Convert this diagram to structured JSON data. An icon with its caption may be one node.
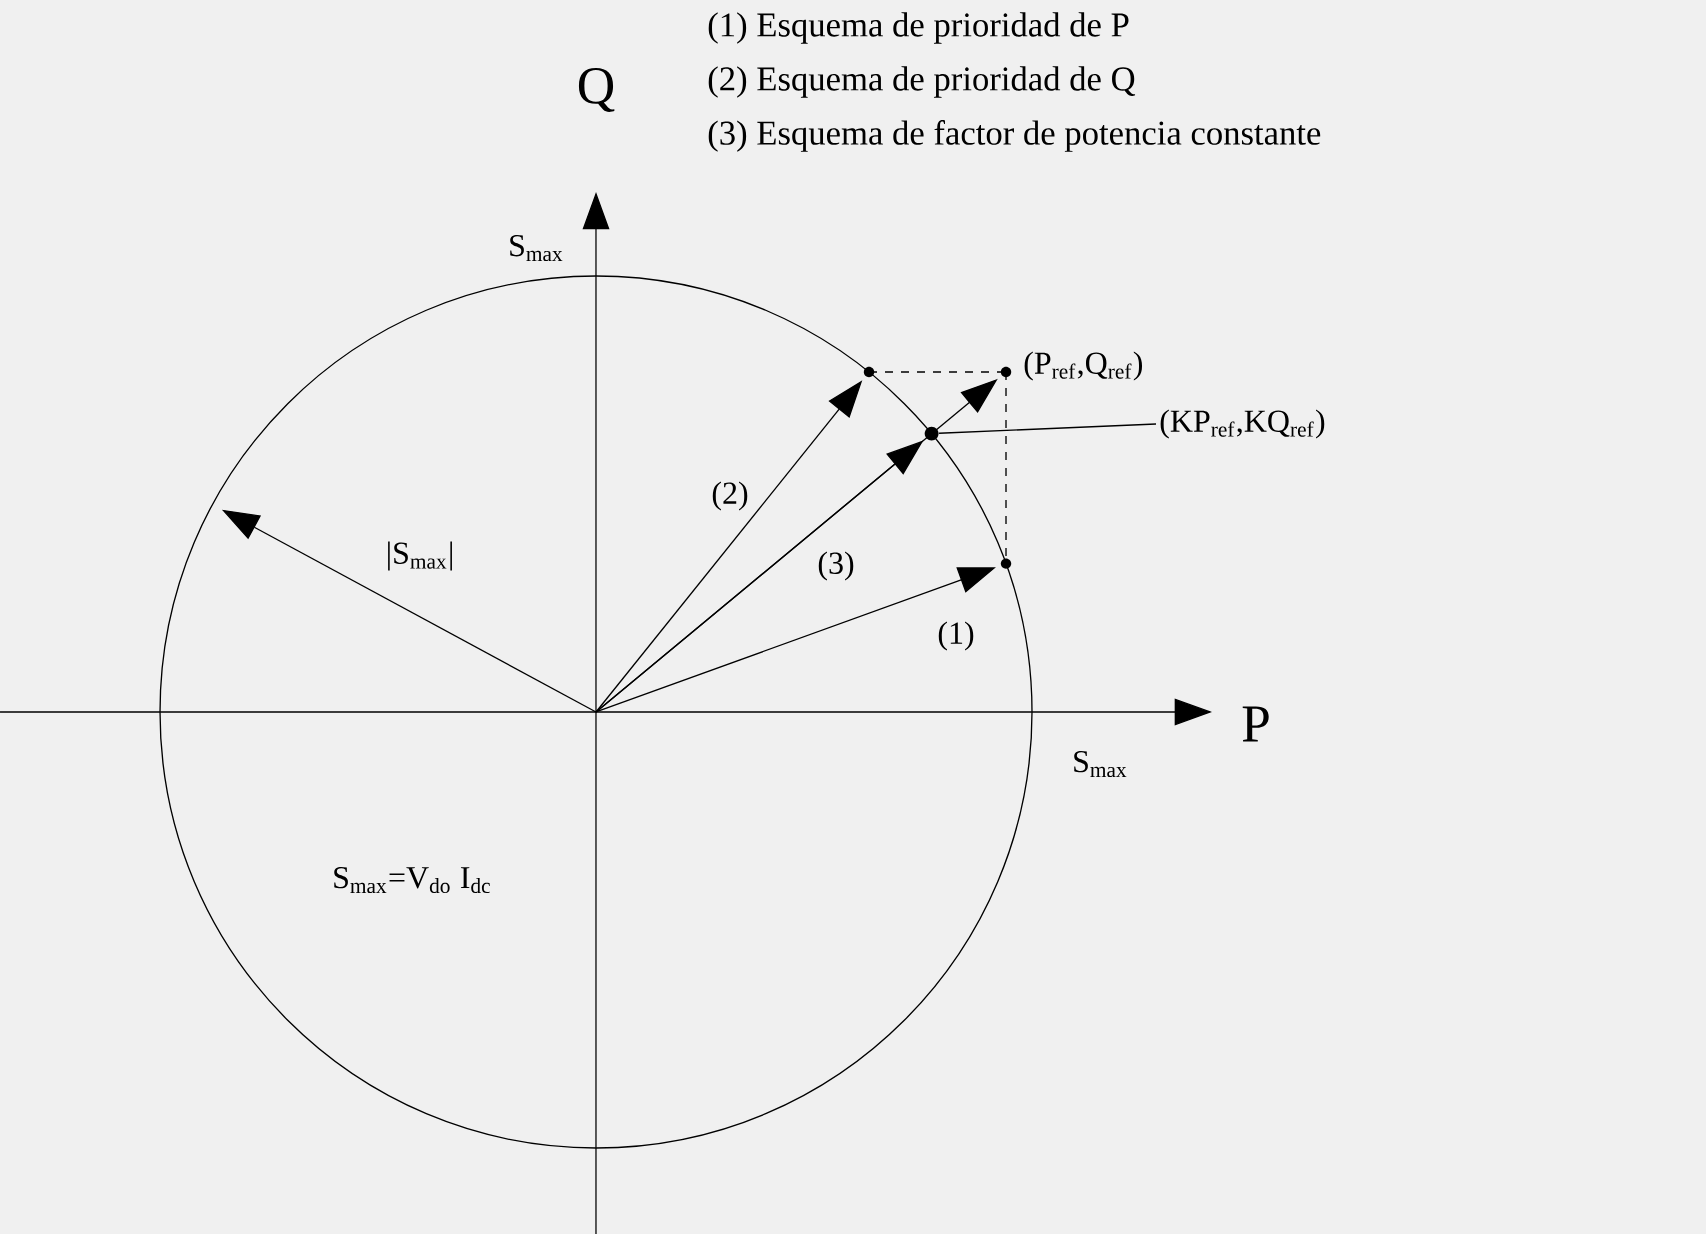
{
  "diagram": {
    "nodes": [
      {
        "text": [
          "(KP$_{ref}$,KQ$_{ref}$)"
        ]
      },
      {
        "text": [],
        "shape": "circle"
      }
    ],
    "edges": [
      {
        "from": 0,
        "to": 1,
        "arrow": "none"
      }
    ],
    "labels": [
      "(1) Esquema de prioridad de P",
      "Q",
      "(2) Esquema de prioridad de Q",
      "(3) Esquema de factor de potencia constante",
      "S$_{max}$",
      "(P$_{ref}$,Q$_{ref}$)",
      "(2)",
      "|S$_{max}$|",
      "(3)",
      "(1)",
      "P",
      "S$_{max}$",
      "S$_{max}$=V$_{do}$ I$_{dc}$"
    ]
  }
}
